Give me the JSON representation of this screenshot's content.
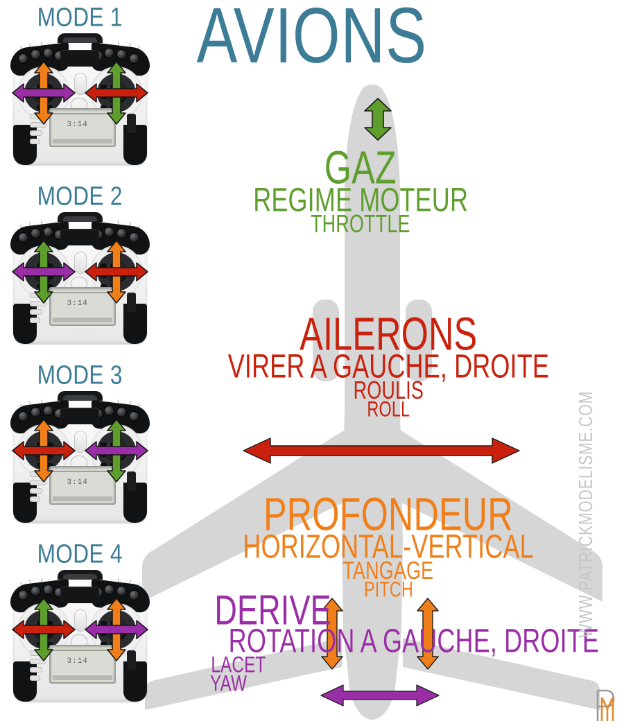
{
  "title": "AVIONS",
  "colors": {
    "title_teal": "#3C7C96",
    "throttle_green": "#5E9E2C",
    "aileron_red": "#C9210D",
    "elevator_orange": "#F07F1A",
    "rudder_purple": "#9A2EA6",
    "plane_grey": "#D6D6D6",
    "watermark_grey": "#C6C6C6"
  },
  "modes": [
    {
      "label": "MODE 1",
      "left_stick": {
        "vertical": "elevator_orange",
        "horizontal": "rudder_purple"
      },
      "right_stick": {
        "vertical": "throttle_green",
        "horizontal": "aileron_red"
      }
    },
    {
      "label": "MODE 2",
      "left_stick": {
        "vertical": "throttle_green",
        "horizontal": "rudder_purple"
      },
      "right_stick": {
        "vertical": "elevator_orange",
        "horizontal": "aileron_red"
      }
    },
    {
      "label": "MODE 3",
      "left_stick": {
        "vertical": "elevator_orange",
        "horizontal": "aileron_red"
      },
      "right_stick": {
        "vertical": "throttle_green",
        "horizontal": "rudder_purple"
      }
    },
    {
      "label": "MODE 4",
      "left_stick": {
        "vertical": "throttle_green",
        "horizontal": "aileron_red"
      },
      "right_stick": {
        "vertical": "elevator_orange",
        "horizontal": "rudder_purple"
      }
    }
  ],
  "transmitter": {
    "screen_text": "3:14"
  },
  "channels": {
    "throttle": {
      "name": "GAZ",
      "description": "REGIME MOTEUR",
      "english": "THROTTLE",
      "axis": "vertical",
      "color": "#5E9E2C"
    },
    "aileron": {
      "name": "AILERONS",
      "description": "VIRER A GAUCHE, DROITE",
      "french_axis": "ROULIS",
      "english": "ROLL",
      "axis": "horizontal",
      "color": "#C9210D"
    },
    "elevator": {
      "name": "PROFONDEUR",
      "description": "HORIZONTAL-VERTICAL",
      "french_axis": "TANGAGE",
      "english": "PITCH",
      "axis": "vertical",
      "color": "#F07F1A"
    },
    "rudder": {
      "name": "DERIVE",
      "description": "ROTATION A GAUCHE, DROITE",
      "french_axis": "LACET",
      "english": "YAW",
      "axis": "horizontal",
      "color": "#9A2EA6"
    }
  },
  "watermark": {
    "url": "WWW.PATRICKMODELISME.COM",
    "logo": "pm-monogram"
  }
}
